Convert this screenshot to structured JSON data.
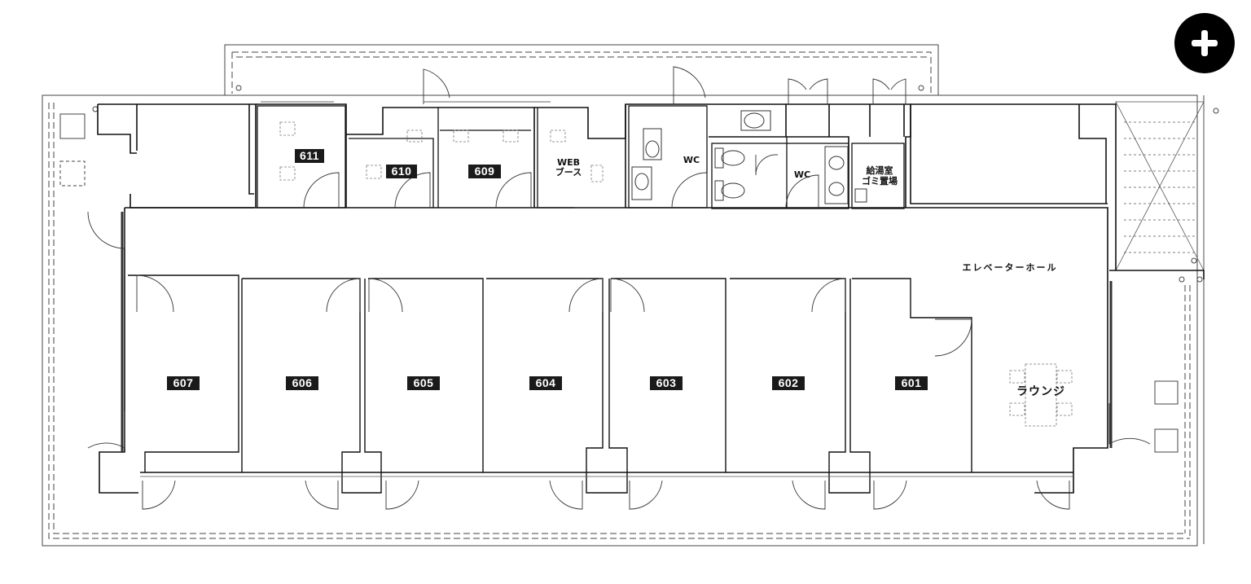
{
  "rooms": {
    "r601": "601",
    "r602": "602",
    "r603": "603",
    "r604": "604",
    "r605": "605",
    "r606": "606",
    "r607": "607",
    "r609": "609",
    "r610": "610",
    "r611": "611"
  },
  "labels": {
    "web_booth": "WEB\nブース",
    "wc_left": "WC",
    "wc_right": "WC",
    "pantry": "給湯室\nゴミ置場",
    "elevator_hall": "エレベーターホール",
    "lounge": "ラウンジ"
  },
  "controls": {
    "expand_icon": "plus-icon"
  }
}
